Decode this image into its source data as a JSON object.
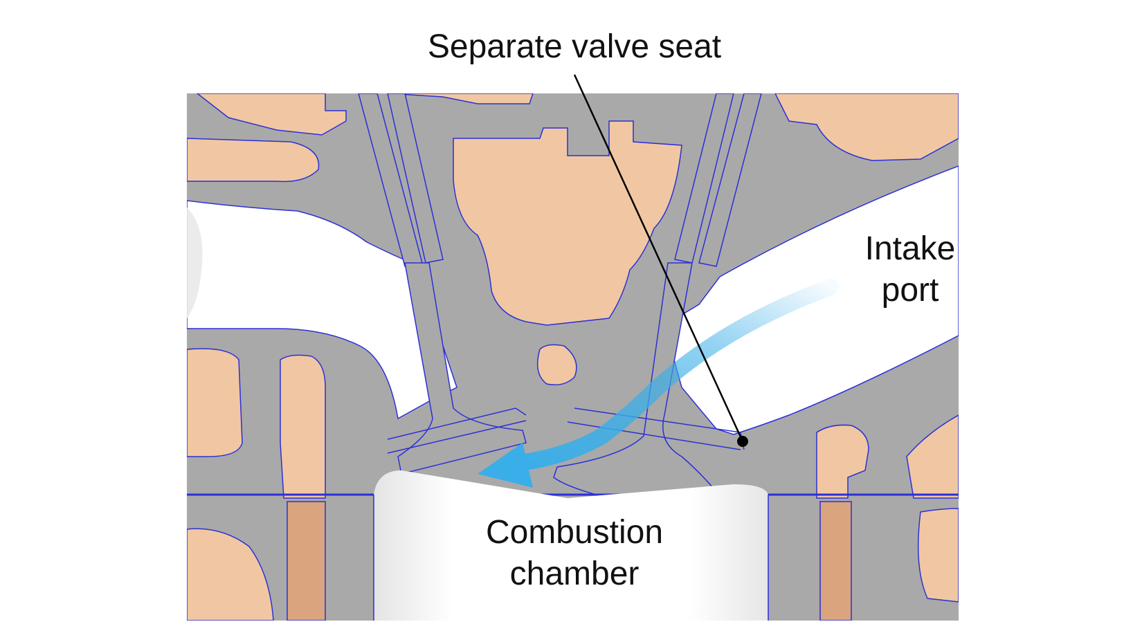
{
  "labels": {
    "valve_seat": "Separate valve seat",
    "intake_port": [
      "Intake",
      "port"
    ],
    "combustion_chamber": [
      "Combustion",
      "chamber"
    ]
  },
  "colors": {
    "metal": "#a9a9a9",
    "coolant": "#f0c7a2",
    "coolant_shade": "#d9a47e",
    "outline": "#2b2fd6",
    "flow": "#3aaee8",
    "cavity": "#ffffff",
    "leader": "#000000"
  },
  "icons": {
    "flow_arrow": "flow-arrow-icon",
    "seat_marker": "leader-dot-icon"
  }
}
